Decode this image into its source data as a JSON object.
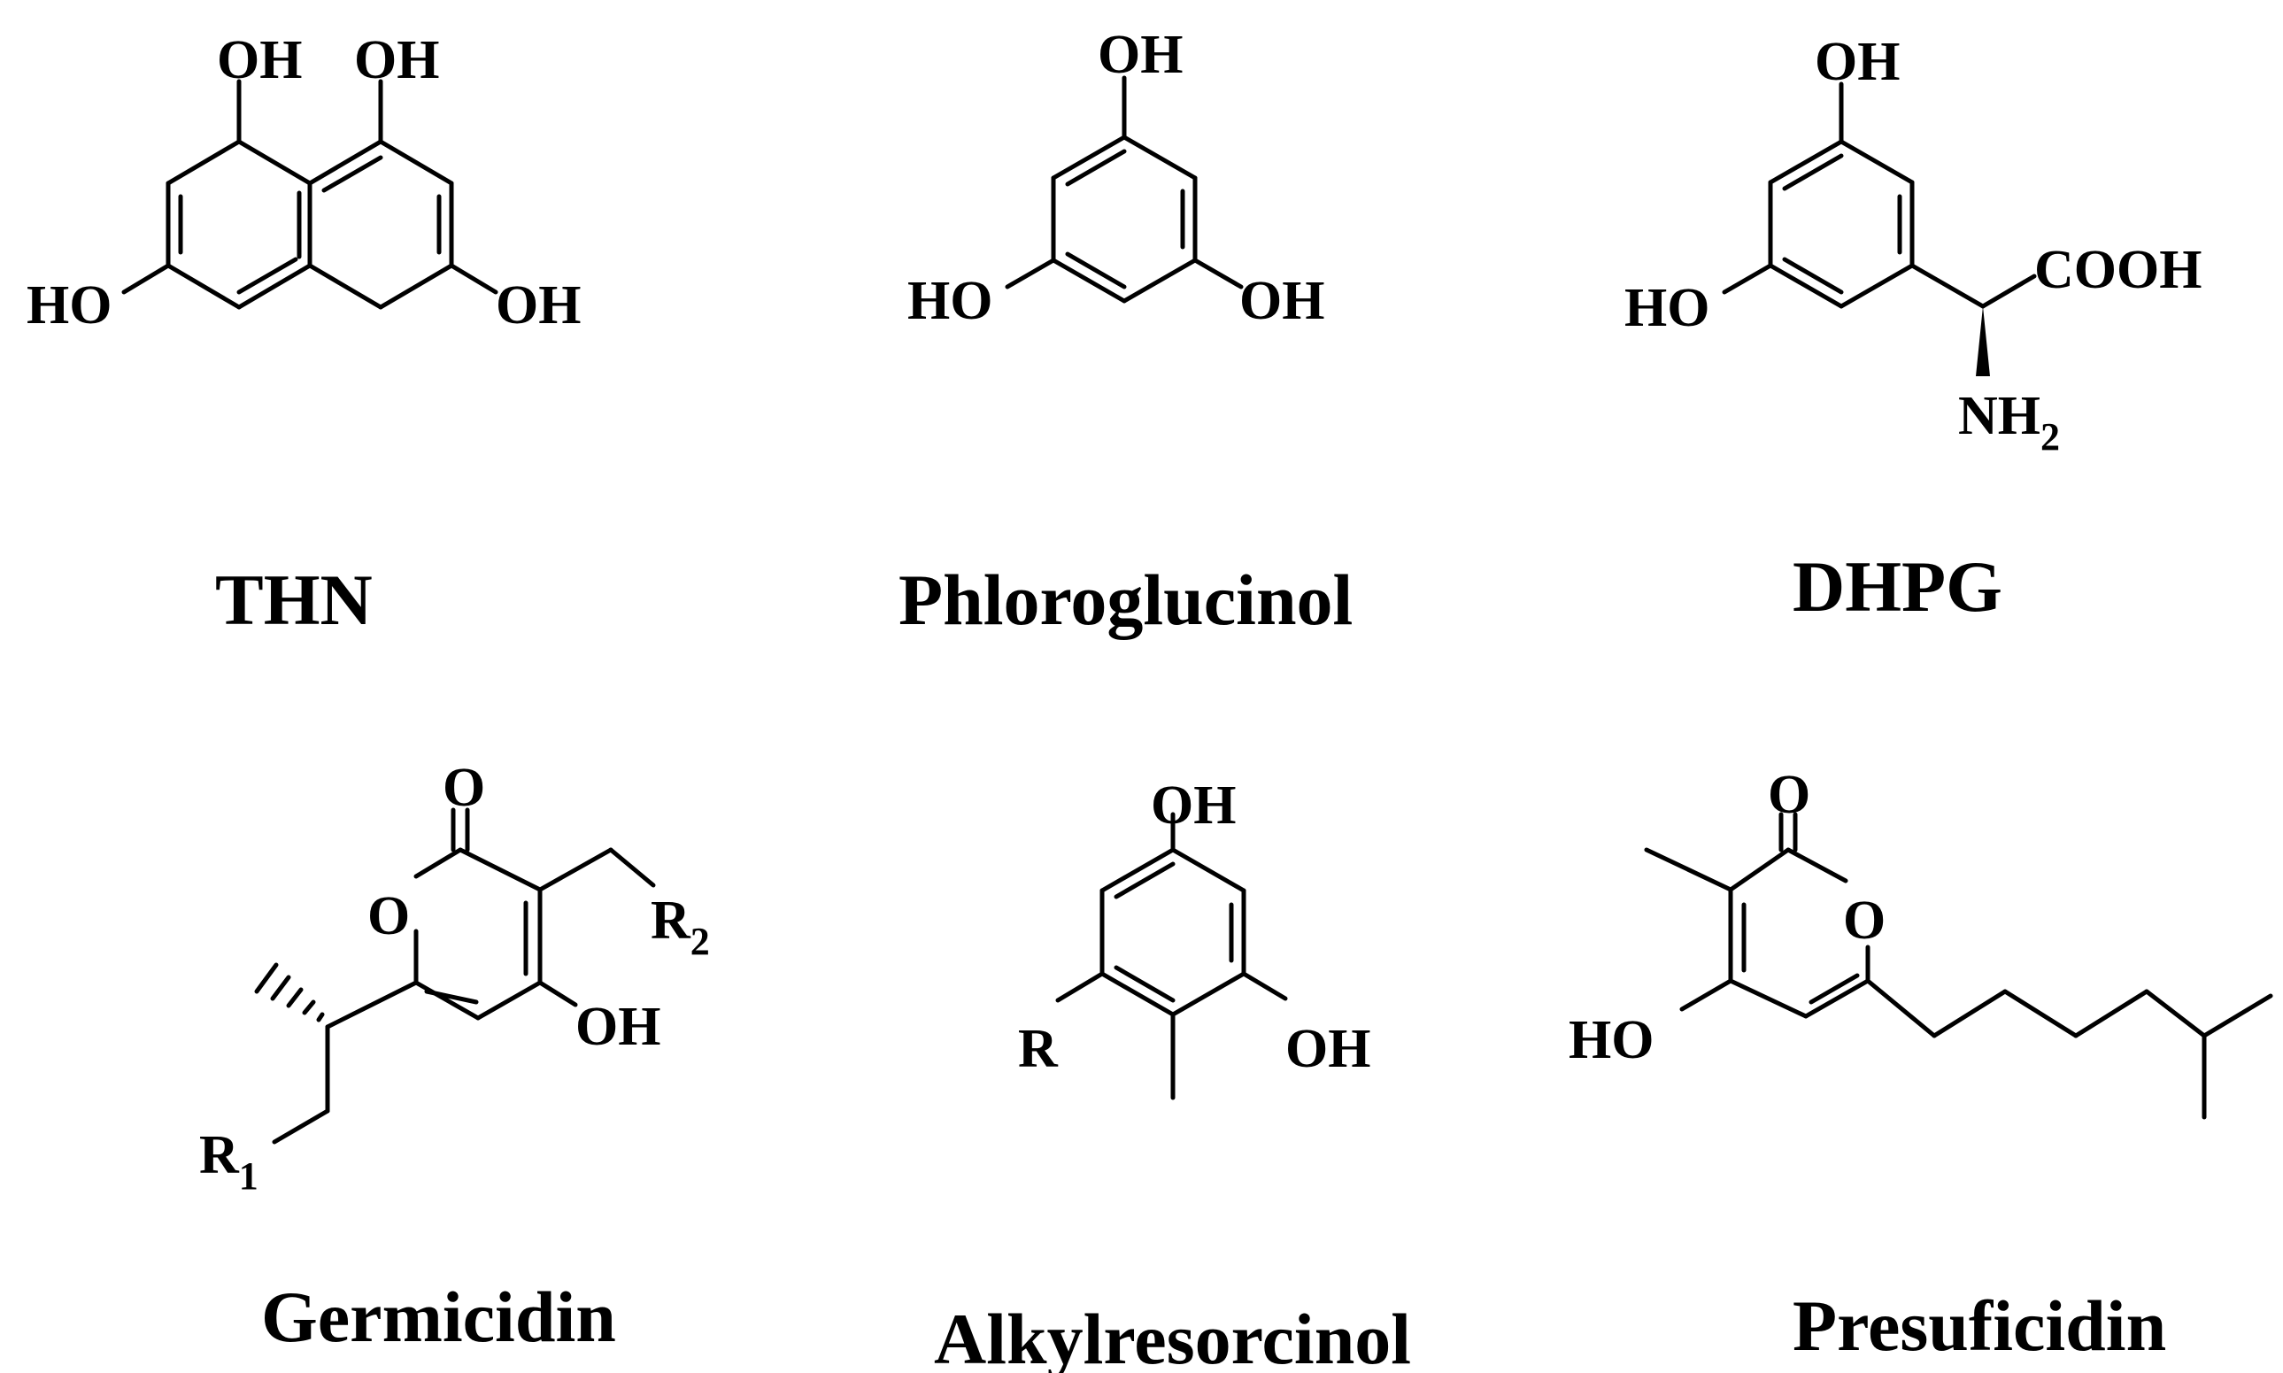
{
  "compounds": [
    {
      "name": "THN",
      "atoms": {
        "oh_top_left": "OH",
        "oh_top_right": "OH",
        "ho_left": "HO",
        "oh_right": "OH"
      }
    },
    {
      "name": "Phloroglucinol",
      "atoms": {
        "oh_top": "OH",
        "ho_left": "HO",
        "oh_right": "OH"
      }
    },
    {
      "name": "DHPG",
      "atoms": {
        "oh_top": "OH",
        "ho_left": "HO",
        "cooh": "COOH",
        "nh": "NH",
        "nh_sub": "2"
      }
    },
    {
      "name": "Germicidin",
      "atoms": {
        "carbonyl_o": "O",
        "ring_o": "O",
        "r2": "R",
        "r2_sub": "2",
        "oh": "OH",
        "r1": "R",
        "r1_sub": "1"
      }
    },
    {
      "name": "Alkylresorcinol",
      "atoms": {
        "oh_top": "OH",
        "r": "R",
        "oh_right": "OH"
      }
    },
    {
      "name": "Presuficidin",
      "atoms": {
        "carbonyl_o": "O",
        "ring_o": "O",
        "ho": "HO"
      }
    }
  ]
}
